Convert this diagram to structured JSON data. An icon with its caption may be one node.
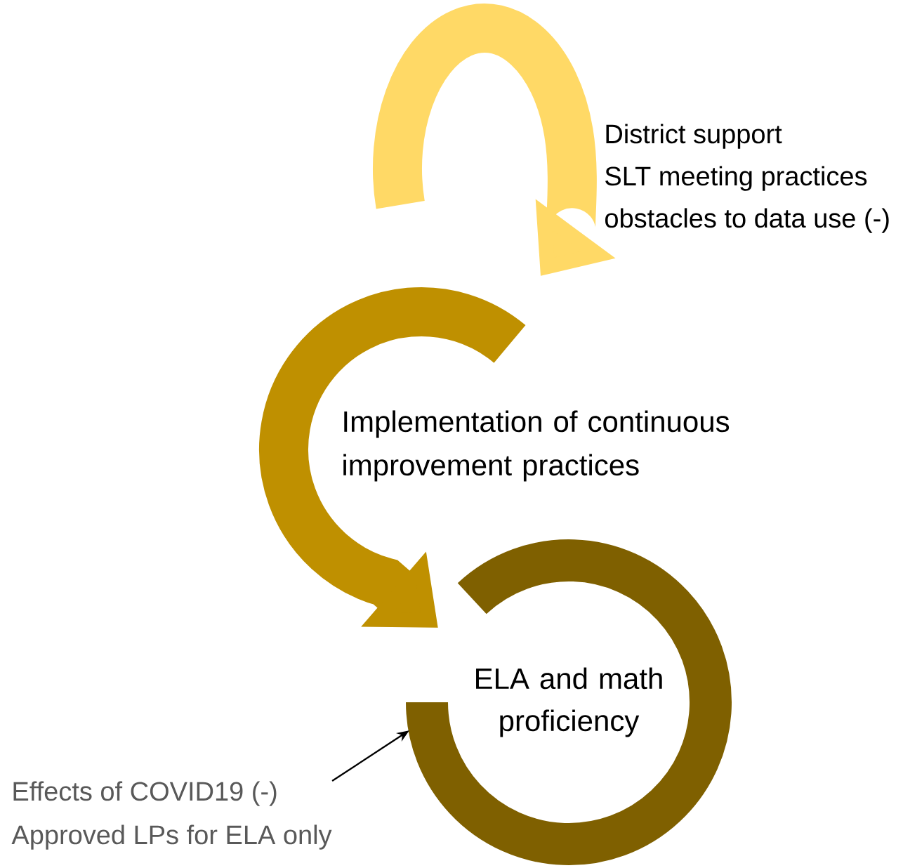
{
  "diagram": {
    "nodes": [
      {
        "text": [
          "District support",
          "SLT meeting practices",
          "obstacles to data use (-)"
        ]
      },
      {
        "text": [
          "Implementation of continuous improvement practices"
        ]
      },
      {
        "text": [
          "ELA and math proficiency"
        ]
      },
      {
        "text": [
          "Effects of COVID19 (-)",
          "Approved LPs for ELA only"
        ]
      }
    ],
    "edges": [
      {
        "from": 3,
        "to": 2,
        "arrow": "to"
      }
    ]
  }
}
